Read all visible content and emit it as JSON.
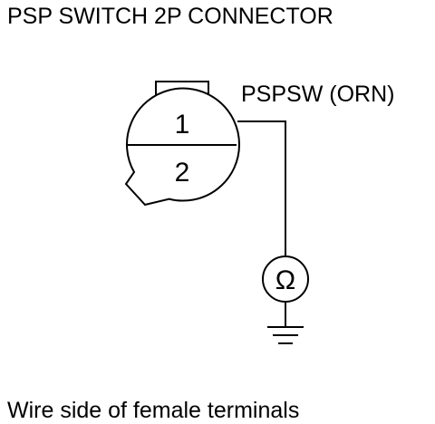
{
  "title": "PSP SWITCH 2P CONNECTOR",
  "wire_label": "PSPSW (ORN)",
  "pins": [
    "1",
    "2"
  ],
  "meter_symbol": "Ω",
  "footer": "Wire side of female terminals",
  "icons": {
    "connector": "connector-2p-icon",
    "ohmmeter": "ohmmeter-icon",
    "ground": "ground-icon"
  },
  "colors": {
    "line": "#000000",
    "background": "#ffffff"
  }
}
